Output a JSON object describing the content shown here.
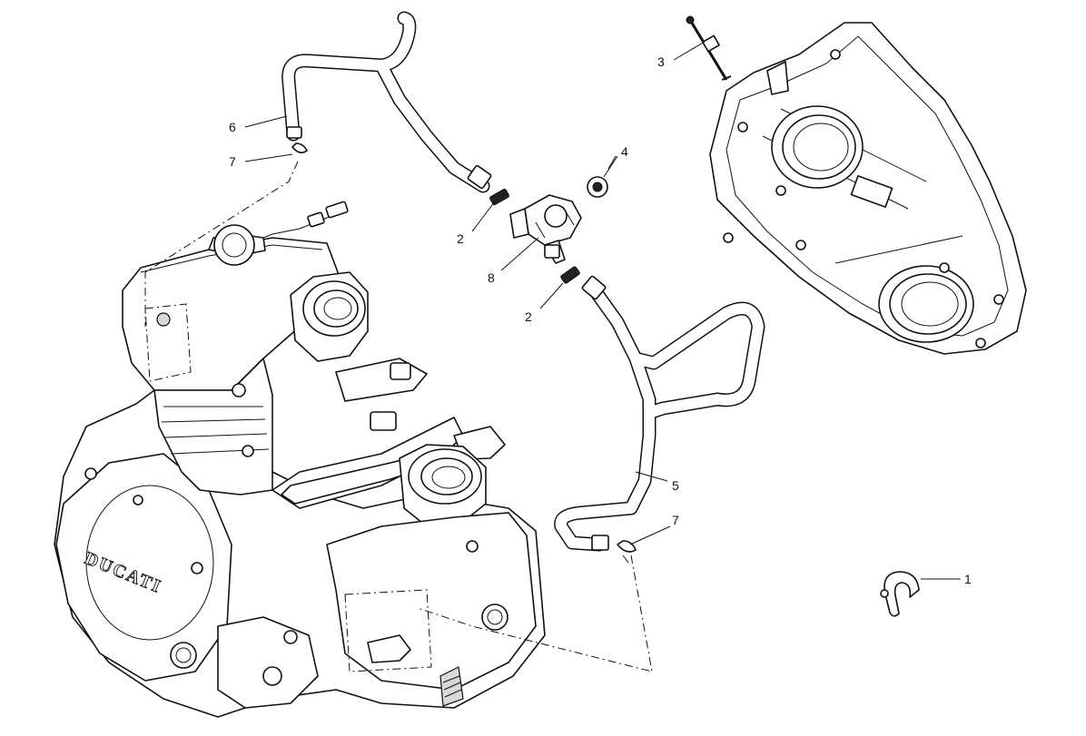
{
  "callouts": {
    "c1": "1",
    "c2a": "2",
    "c2b": "2",
    "c3": "3",
    "c4": "4",
    "c5": "5",
    "c6": "6",
    "c7a": "7",
    "c7b": "7",
    "c8": "8"
  },
  "logo": {
    "text": "DUCATI"
  },
  "colors": {
    "line": "#111111",
    "background": "#ffffff",
    "shade": "#d9d9d9"
  }
}
